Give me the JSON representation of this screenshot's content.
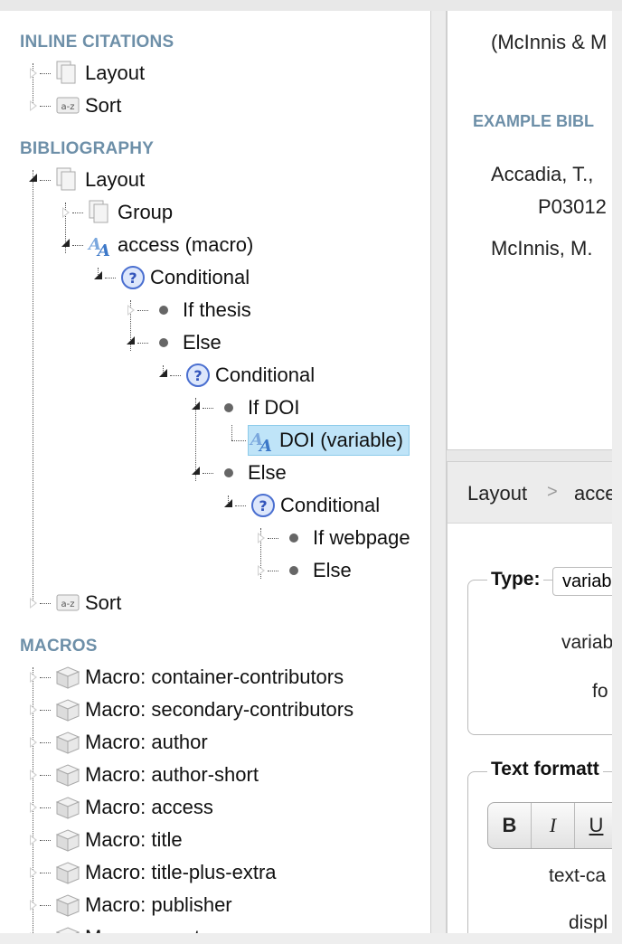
{
  "tree": {
    "sections": {
      "inline": "INLINE CITATIONS",
      "bibliography": "BIBLIOGRAPHY",
      "macros": "MACROS"
    },
    "inline_items": [
      {
        "label": "Layout",
        "icon": "layout-icon"
      },
      {
        "label": "Sort",
        "icon": "sort-icon"
      }
    ],
    "bib_items": [
      {
        "label": "Layout",
        "icon": "layout-icon"
      },
      {
        "label": "Group",
        "icon": "layout-icon"
      },
      {
        "label": "access (macro)",
        "icon": "text-icon"
      },
      {
        "label": "Conditional",
        "icon": "conditional-icon"
      },
      {
        "label": "If thesis",
        "icon": "bullet-icon"
      },
      {
        "label": "Else",
        "icon": "bullet-icon"
      },
      {
        "label": "Conditional",
        "icon": "conditional-icon"
      },
      {
        "label": "If DOI",
        "icon": "bullet-icon"
      },
      {
        "label": "DOI (variable)",
        "icon": "text-icon",
        "selected": true
      },
      {
        "label": "Else",
        "icon": "bullet-icon"
      },
      {
        "label": "Conditional",
        "icon": "conditional-icon"
      },
      {
        "label": "If webpage",
        "icon": "bullet-icon"
      },
      {
        "label": "Else",
        "icon": "bullet-icon"
      },
      {
        "label": "Sort",
        "icon": "sort-icon"
      }
    ],
    "macros": [
      "Macro: container-contributors",
      "Macro: secondary-contributors",
      "Macro: author",
      "Macro: author-short",
      "Macro: access",
      "Macro: title",
      "Macro: title-plus-extra",
      "Macro: publisher",
      "Macro: event"
    ]
  },
  "preview": {
    "citation_line": "(McInnis & M",
    "bib_header": "EXAMPLE BIBL",
    "bib_entries": [
      "Accadia, T.,",
      "P03012",
      "McInnis, M."
    ]
  },
  "editor": {
    "breadcrumb": [
      "Layout",
      ">",
      "acce"
    ],
    "type_legend": "Type:",
    "type_value": "variab",
    "variable_label": "variab",
    "form_label": "fo",
    "text_format_legend": "Text formatt",
    "buttons": [
      "B",
      "I",
      "U"
    ],
    "text_case_label": "text-ca",
    "display_label": "displ"
  },
  "colors": {
    "section_header": "#6d8fa8",
    "selection_bg": "#bfe4f8",
    "selection_border": "#8ccbea"
  }
}
